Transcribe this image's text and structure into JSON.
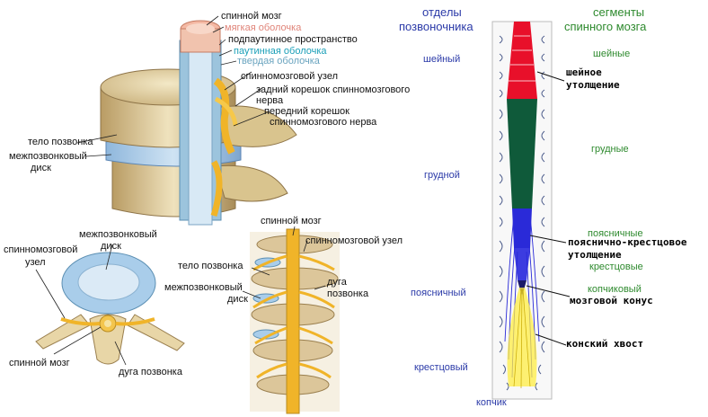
{
  "top_figure": {
    "labels": {
      "spinal_cord": "спинной мозг",
      "pia_mater": "мягкая оболочка",
      "subarachnoid_space": "подпаутинное пространство",
      "arachnoid": "паутинная оболочка",
      "dura_mater": "твердая оболочка",
      "spinal_ganglion": "спинномозговой узел",
      "posterior_root_1": "задний корешок спинномозгового",
      "posterior_root_2": "нерва",
      "anterior_root_1": "передний корешок",
      "anterior_root_2": "спинномозгового нерва",
      "vertebral_body": "тело позвонка",
      "disc_1": "межпозвонковый",
      "disc_2": "диск"
    }
  },
  "cross_section": {
    "labels": {
      "disc_1": "межпозвонковый",
      "disc_2": "диск",
      "ganglion_1": "спинномозговой",
      "ganglion_2": "узел",
      "spinal_cord": "спинной мозг",
      "arch": "дуга позвонка"
    }
  },
  "back_view": {
    "labels": {
      "spinal_cord": "спинной мозг",
      "ganglion": "спинномозговой узел",
      "vertebral_body": "тело позвонка",
      "arch_1": "дуга",
      "arch_2": "позвонка",
      "disc_1": "межпозвонковый",
      "disc_2": "диск"
    }
  },
  "column": {
    "header_left_1": "отделы",
    "header_left_2": "позвоночника",
    "header_right_1": "сегменты",
    "header_right_2": "спинного мозга",
    "sections": {
      "cervical": "шейный",
      "thoracic": "грудной",
      "lumbar": "поясничный",
      "sacral": "крестцовый",
      "coccyx": "копчик"
    },
    "segments": {
      "cervical": "шейные",
      "thoracic": "грудные",
      "lumbar": "поясничные",
      "sacral": "крестцовые",
      "coccygeal": "копчиковый"
    },
    "annotations": {
      "cervical_enl_1": "шейное",
      "cervical_enl_2": "утолщение",
      "lumbosacral_enl_1": "пояснично-крестцовое",
      "lumbosacral_enl_2": "утолщение",
      "conus": "мозговой конус",
      "cauda": "конский хвост"
    },
    "colors": {
      "cervical": "#e8102a",
      "thoracic": "#0f5a3a",
      "lumbar": "#2a2ad8",
      "sacral": "#ffee44",
      "section_label": "#2b3aa8",
      "segment_label": "#2e8a2e"
    }
  }
}
